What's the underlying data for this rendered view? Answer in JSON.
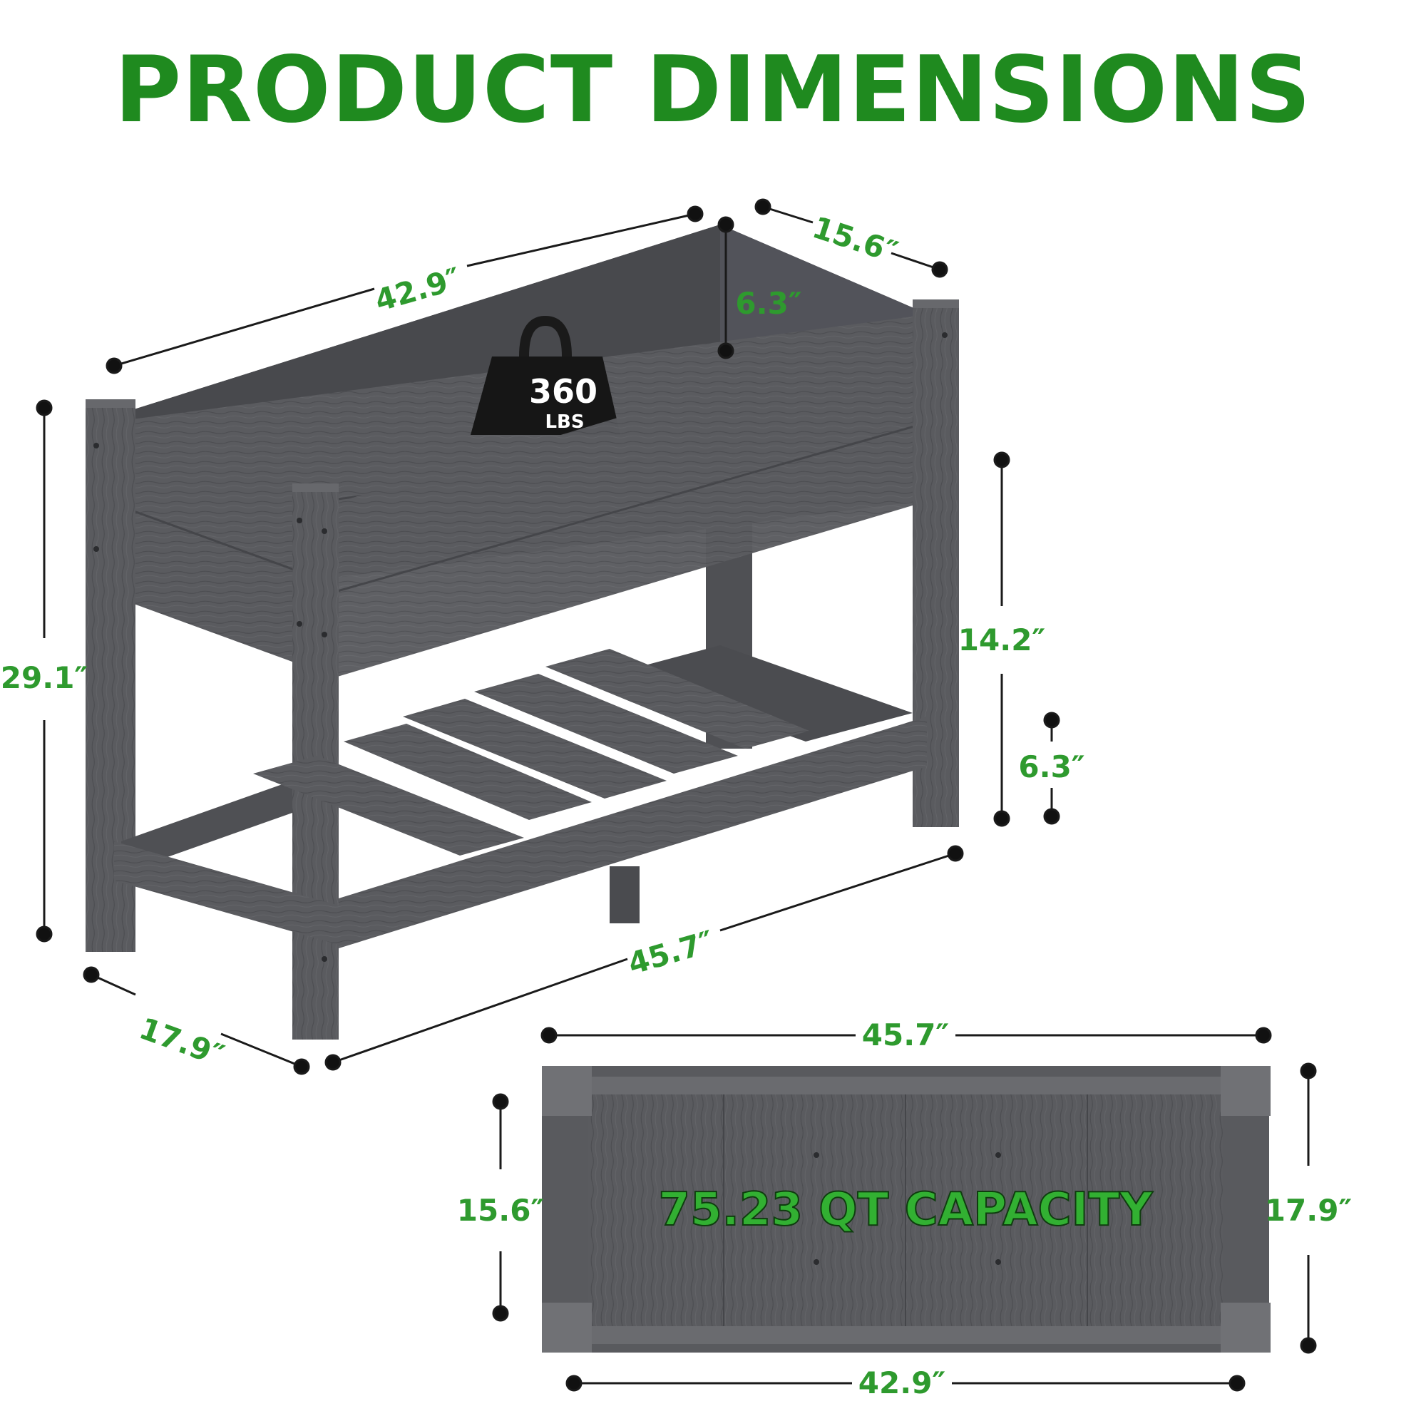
{
  "title": "PRODUCT DIMENSIONS",
  "weight": {
    "value": "360",
    "unit": "LBS"
  },
  "dimensions": {
    "top_length": "42.9″",
    "top_width": "15.6″",
    "inner_depth": "6.3″",
    "total_height": "29.1″",
    "leg_clearance": "14.2″",
    "shelf_height": "6.3″",
    "base_length": "45.7″",
    "base_width": "17.9″"
  },
  "top_view": {
    "outer_length": "45.7″",
    "inner_length": "42.9″",
    "inner_width": "15.6″",
    "outer_width": "17.9″",
    "capacity": "75.23 QT CAPACITY"
  },
  "colors": {
    "accent": "#2e9a2e",
    "title": "#1f8a1f",
    "planter": "#56575b"
  }
}
